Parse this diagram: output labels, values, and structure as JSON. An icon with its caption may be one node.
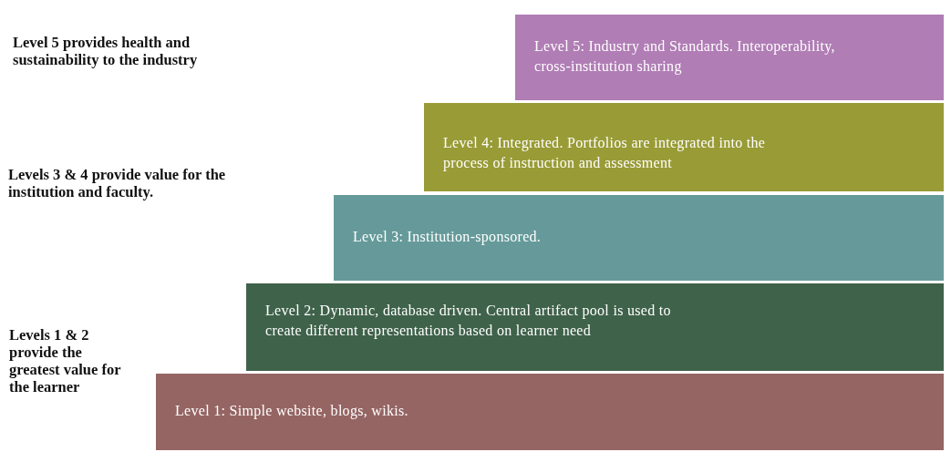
{
  "diagram": {
    "nodes": [
      {
        "text": [
          "Level 5: Industry and Standards. Interoperability, cross-institution sharing"
        ]
      },
      {
        "text": [
          "Level 4: Integrated. Portfolios are integrated into the process of instruction and assessment"
        ]
      },
      {
        "text": [
          "Level 3: Institution-sponsored."
        ]
      },
      {
        "text": [
          "Level 2: Dynamic, database driven. Central artifact pool is used to create different representations based on learner need"
        ]
      },
      {
        "text": [
          "Level 1: Simple website, blogs, wikis."
        ]
      }
    ],
    "edges": [],
    "labels": [
      "Level 5 provides health and sustainability to the industry",
      "Levels 3 & 4 provide value for the institution and faculty.",
      "Levels 1 & 2 provide the greatest value for the learner"
    ]
  }
}
